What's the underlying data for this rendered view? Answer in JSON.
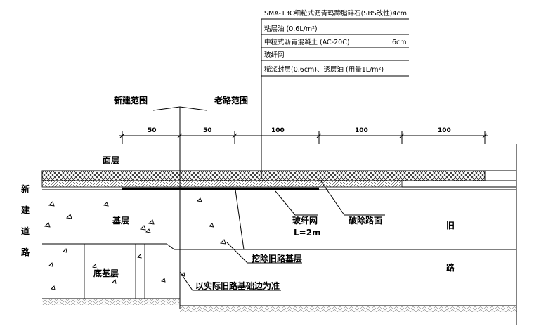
{
  "legend_box": {
    "rows": [
      "SMA-13C细粒式沥青玛蹄脂碎石(SBS改性)4cm",
      "粘层油 (0.6L/m²)",
      "中粒式沥青混凝土 (AC-20C)",
      "玻纤网",
      "稀浆封层(0.6cm)、透层油 (用量1L/m²)"
    ],
    "thickness_ac20c": "6cm"
  },
  "ranges": {
    "new": "新建范围",
    "old": "老路范围"
  },
  "dimensions": [
    "50",
    "50",
    "100",
    "100",
    "100"
  ],
  "layers": {
    "surface": "面层",
    "base": "基层",
    "subbase": "底基层"
  },
  "side_label": [
    "新",
    "建",
    "道",
    "路"
  ],
  "old_road": [
    "旧",
    "路"
  ],
  "callouts": {
    "fiberglass_mesh": "玻纤网",
    "mesh_length": "L=2m",
    "milled_surface": "破除路面",
    "excavate_base": "挖除旧路基层",
    "actual_edge": "以实际旧路基础边为准"
  }
}
